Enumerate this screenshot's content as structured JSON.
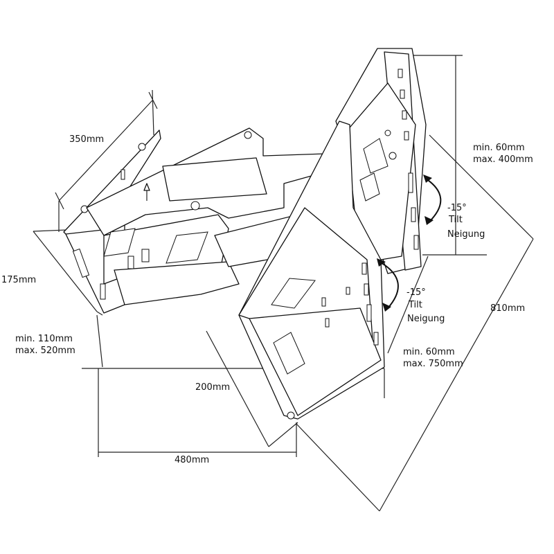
{
  "dimensions": {
    "wall_plate_width": "350mm",
    "wall_plate_height": "175mm",
    "wall_distance_min": "min. 110mm",
    "wall_distance_max": "max. 520mm",
    "arm_span": "200mm",
    "total_width": "480mm",
    "plate_height_min": "min. 60mm",
    "plate_height_max": "max. 400mm",
    "plate_width_min": "min. 60mm",
    "plate_width_max": "max. 750mm",
    "overall_length": "810mm"
  },
  "tilt": {
    "upper": {
      "angle": "-15°",
      "label_en": "Tilt",
      "label_de": "Neigung"
    },
    "lower": {
      "angle": "-15°",
      "label_en": "Tilt",
      "label_de": "Neigung"
    }
  }
}
